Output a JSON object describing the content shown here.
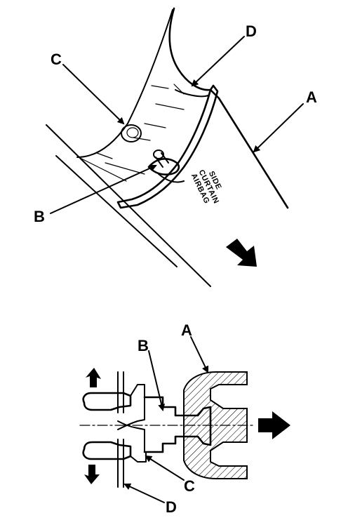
{
  "upper_view": {
    "labels": {
      "a": "A",
      "b": "B",
      "c": "C",
      "d": "D"
    },
    "stamp": [
      "SIDE",
      "CURTAIN",
      "AIRBAG"
    ]
  },
  "lower_view": {
    "labels": {
      "a": "A",
      "b": "B",
      "c": "C",
      "d": "D"
    }
  },
  "icons": {
    "pull_arrow": "bold-arrow-icon",
    "spread_arrow": "curved-arrow-icon"
  },
  "colors": {
    "ink": "#000000",
    "paper": "#ffffff"
  }
}
